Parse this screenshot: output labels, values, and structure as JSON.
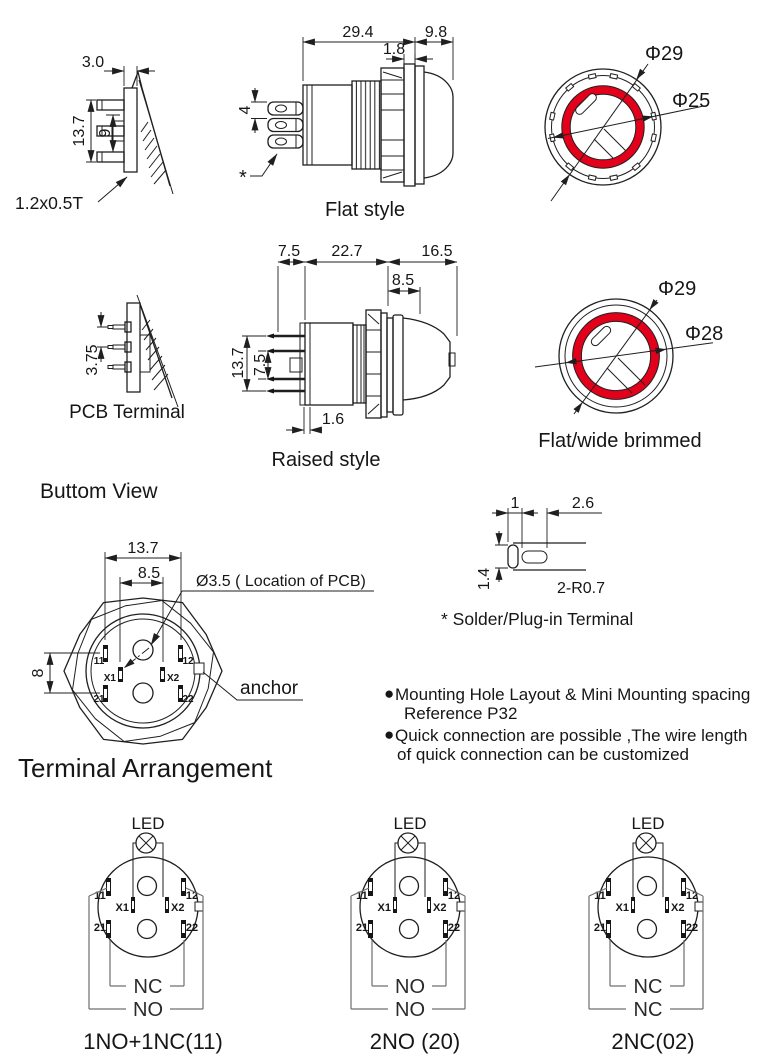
{
  "colors": {
    "line": "#1f1f1f",
    "red": "#e2001a",
    "bracket": "#6f6f6f"
  },
  "side_view": {
    "dim_width": "3.0",
    "dim_height": "13.7",
    "dim_inner": "9",
    "plate_label": "1.2x0.5T"
  },
  "flat_style": {
    "dim_body": "29.4",
    "dim_head": "9.8",
    "dim_washer": "1.8",
    "dim_pitch": "4",
    "star": "*",
    "caption": "Flat style"
  },
  "front_flat": {
    "dia_outer": "Φ29",
    "dia_inner": "Φ25"
  },
  "pcb_view": {
    "dim_pitch": "3.75",
    "caption": "PCB Terminal"
  },
  "raised_style": {
    "dim_left": "7.5",
    "dim_body": "22.7",
    "dim_head": "16.5",
    "dim_cap": "8.5",
    "dim_h1": "13.7",
    "dim_h2": "7.5",
    "dim_base": "1.6",
    "caption": "Raised style"
  },
  "front_wide": {
    "dia_outer": "Φ29",
    "dia_inner": "Φ28",
    "caption": "Flat/wide brimmed"
  },
  "bottom_view": {
    "heading": "Buttom View",
    "dim_outer": "13.7",
    "dim_inner": "8.5",
    "dim_v": "8",
    "hole_label": "Ø3.5 ( Location of PCB)",
    "anchor_label": "anchor",
    "t11": "11",
    "t12": "12",
    "t21": "21",
    "t22": "22",
    "x1": "X1",
    "x2": "X2",
    "section_heading": "Terminal Arrangement"
  },
  "terminal_detail": {
    "dim_a": "1",
    "dim_b": "2.6",
    "dim_c": "1.4",
    "dim_r": "2-R0.7",
    "caption": "* Solder/Plug-in Terminal"
  },
  "notes": {
    "bullet": "●",
    "line1a": "Mounting Hole Layout & Mini Mounting spacing",
    "line1b": "Reference P32",
    "line2a": "Quick connection are possible ,The wire length",
    "line2b": "of quick connection can be customized"
  },
  "terminal_arrangement": {
    "heading": "Terminal Arrangement",
    "diagrams": [
      {
        "led": "LED",
        "t11": "11",
        "t12": "12",
        "t21": "21",
        "t22": "22",
        "x1": "X1",
        "x2": "X2",
        "inner_label": "NC",
        "outer_label": "NO",
        "caption": "1NO+1NC(11)"
      },
      {
        "led": "LED",
        "t11": "11",
        "t12": "12",
        "t21": "21",
        "t22": "22",
        "x1": "X1",
        "x2": "X2",
        "inner_label": "NO",
        "outer_label": "NO",
        "caption": "2NO (20)"
      },
      {
        "led": "LED",
        "t11": "11",
        "t12": "12",
        "t21": "21",
        "t22": "22",
        "x1": "X1",
        "x2": "X2",
        "inner_label": "NC",
        "outer_label": "NC",
        "caption": "2NC(02)"
      }
    ]
  }
}
